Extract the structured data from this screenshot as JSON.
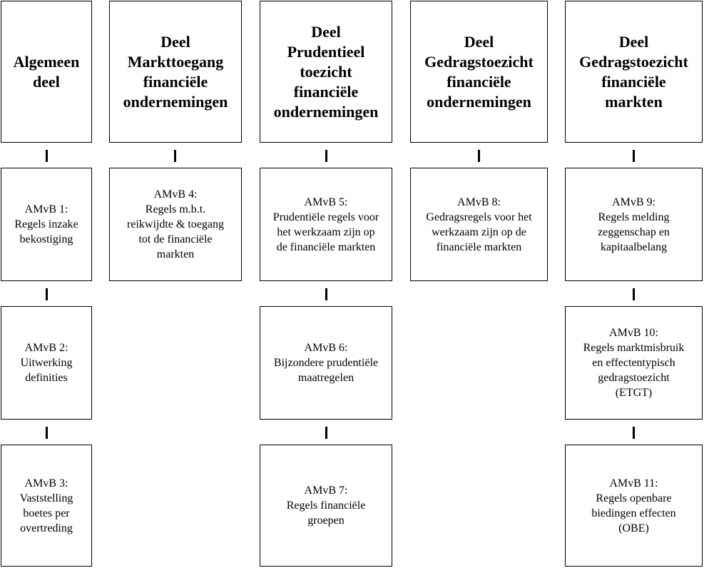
{
  "headers": {
    "h1": "Algemeen\ndeel",
    "h2": "Deel\nMarkttoegang\nfinanciële\nondernemingen",
    "h3": "Deel\nPrudentieel\ntoezicht\nfinanciële\nondernemingen",
    "h4": "Deel\nGedragstoezicht\nfinanciële\nondernemingen",
    "h5": "Deel\nGedragstoezicht\nfinanciële\nmarkten"
  },
  "amvb": {
    "a1": "AMvB 1:\nRegels inzake\nbekostiging",
    "a2": "AMvB 2:\nUitwerking\ndefinities",
    "a3": "AMvB 3:\nVaststelling\nboetes per\novertreding",
    "a4": "AMvB 4:\nRegels m.b.t.\nreikwijdte & toegang\ntot de financiële\nmarkten",
    "a5": "AMvB 5:\nPrudentiële regels voor\nhet werkzaam zijn op\nde financiële markten",
    "a6": "AMvB 6:\nBijzondere prudentiële\nmaatregelen",
    "a7": "AMvB 7:\nRegels financiële\ngroepen",
    "a8": "AMvB 8:\nGedragsregels voor het\nwerkzaam zijn op de\nfinanciële markten",
    "a9": "AMvB 9:\nRegels melding\nzeggenschap en\nkapitaalbelang",
    "a10": "AMvB 10:\nRegels marktmisbruik\nen effectentypisch\ngedragstoezicht\n(ETGT)",
    "a11": "AMvB 11:\nRegels openbare\nbiedingen effecten\n(OBE)"
  }
}
